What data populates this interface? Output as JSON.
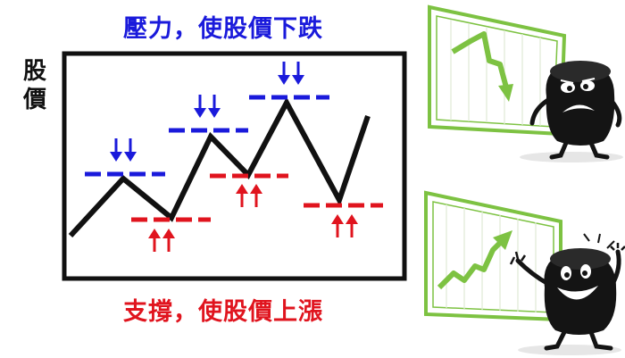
{
  "diagram": {
    "top_caption": "壓力，使股價下跌",
    "bottom_caption": "支撐，使股價上漲",
    "y_axis_label": "股價"
  },
  "colors": {
    "resistance": "#1a1adb",
    "support": "#e0141e",
    "price_line": "#111111",
    "chart_green": "#7dc242",
    "frame": "#111111"
  },
  "icons": {
    "resistance_marker": "down-arrows-icon",
    "support_marker": "up-arrows-icon",
    "sad_figure": "sad-character-icon",
    "happy_figure": "happy-character-icon"
  }
}
